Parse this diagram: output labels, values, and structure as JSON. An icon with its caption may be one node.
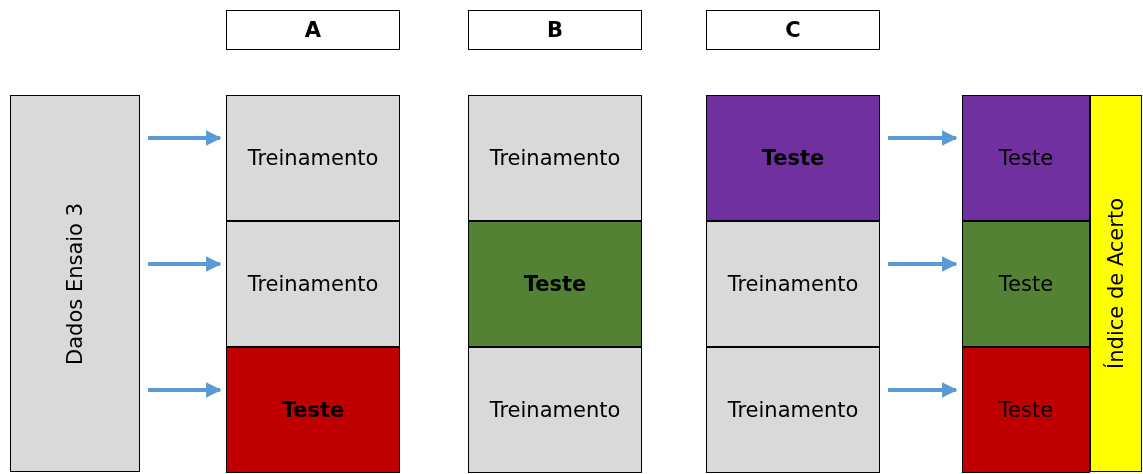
{
  "diagram": {
    "nodes": [
      {
        "text": [
          "A"
        ]
      },
      {
        "text": [
          "B"
        ]
      },
      {
        "text": [
          "C"
        ]
      },
      {
        "text": [
          "Dados Ensaio 3"
        ]
      },
      {
        "text": [
          "Treinamento"
        ]
      },
      {
        "text": [
          "Treinamento"
        ]
      },
      {
        "text": [
          "Teste"
        ]
      },
      {
        "text": [
          "Treinamento"
        ]
      },
      {
        "text": [
          "Teste"
        ]
      },
      {
        "text": [
          "Treinamento"
        ]
      },
      {
        "text": [
          "Teste"
        ]
      },
      {
        "text": [
          "Treinamento"
        ]
      },
      {
        "text": [
          "Treinamento"
        ]
      },
      {
        "text": [
          "Teste"
        ]
      },
      {
        "text": [
          "Teste"
        ]
      },
      {
        "text": [
          "Teste"
        ]
      },
      {
        "text": [
          "Índice de Acerto"
        ]
      }
    ],
    "edges": [
      {
        "from": 3,
        "to": 4,
        "arrow": "to"
      },
      {
        "from": 3,
        "to": 5,
        "arrow": "to"
      },
      {
        "from": 3,
        "to": 6,
        "arrow": "to"
      },
      {
        "from": 10,
        "to": 13,
        "arrow": "to"
      },
      {
        "from": 11,
        "to": 14,
        "arrow": "to"
      },
      {
        "from": 12,
        "to": 15,
        "arrow": "to"
      }
    ]
  }
}
